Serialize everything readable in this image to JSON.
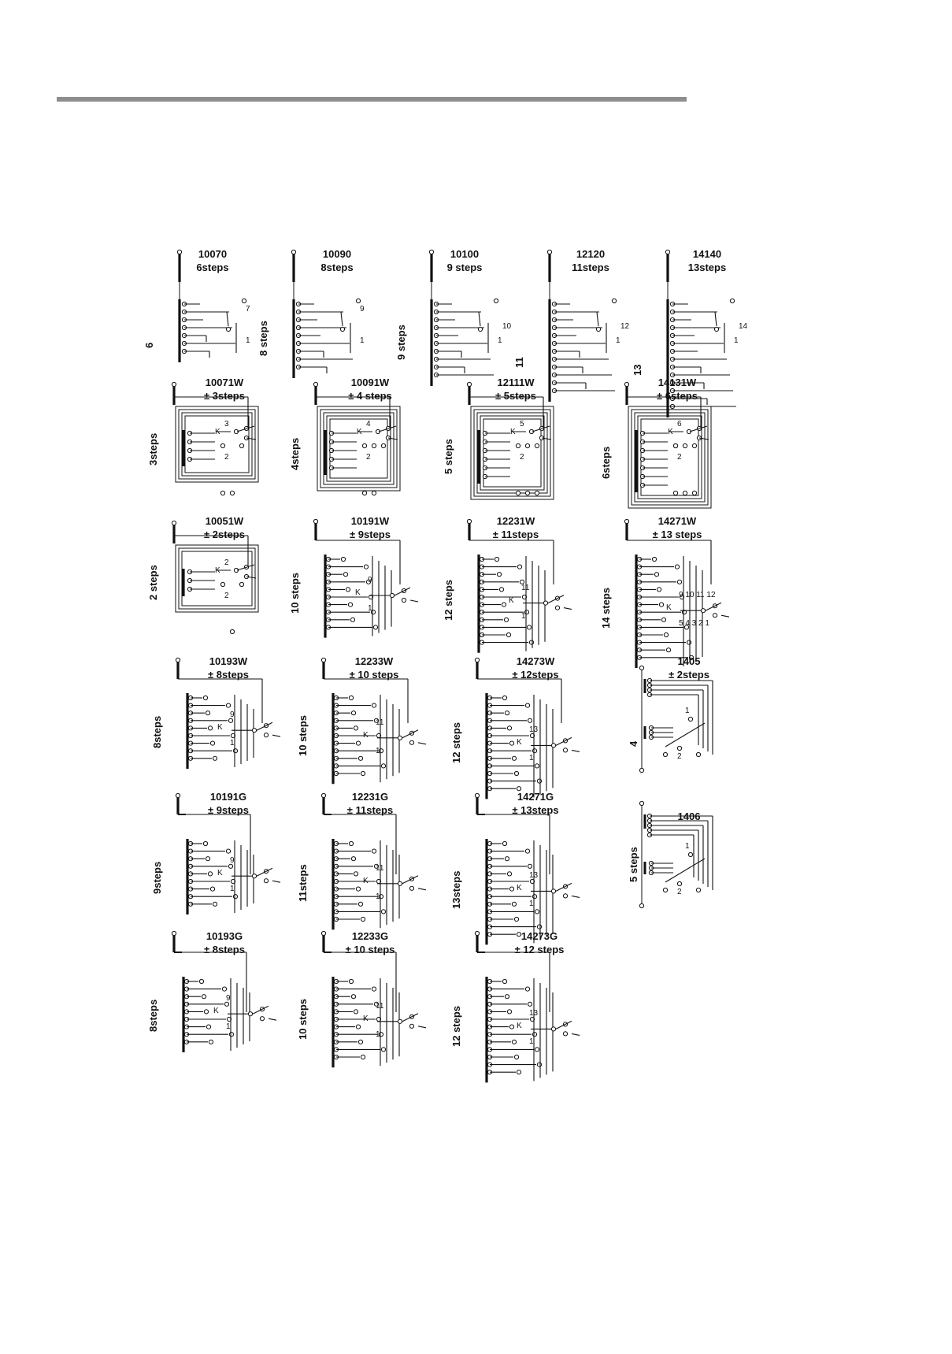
{
  "page": {
    "background": "#ffffff",
    "rule_color": "#8e8e8e",
    "ink": "#111111"
  },
  "diagrams": [
    {
      "id": "d1",
      "model": "10070",
      "sub": "6steps",
      "side": "6",
      "kind": "linear",
      "n": 7,
      "top_label": "7",
      "bot_label": "1",
      "mid_label": ""
    },
    {
      "id": "d2",
      "model": "10090",
      "sub": "8steps",
      "side": "8 steps",
      "kind": "linear",
      "n": 9,
      "top_label": "9",
      "bot_label": "1",
      "mid_label": ""
    },
    {
      "id": "d3",
      "model": "10100",
      "sub": "9 steps",
      "side": "9 steps",
      "kind": "linear",
      "n": 10,
      "top_label": "",
      "bot_label": "1",
      "mid_label": "10"
    },
    {
      "id": "d4",
      "model": "12120",
      "sub": "11steps",
      "side": "11",
      "kind": "linear",
      "n": 12,
      "top_label": "",
      "bot_label": "1",
      "mid_label": "12"
    },
    {
      "id": "d5",
      "model": "14140",
      "sub": "13steps",
      "side": "13",
      "kind": "linear",
      "n": 14,
      "top_label": "",
      "bot_label": "1",
      "mid_label": "14"
    },
    {
      "id": "d6",
      "model": "10071W",
      "sub": "± 3steps",
      "side": "3steps",
      "kind": "wbox",
      "n": 4,
      "top_label": "3",
      "bot_label": "2",
      "mid_label": "K"
    },
    {
      "id": "d7",
      "model": "10091W",
      "sub": "± 4 steps",
      "side": "4steps",
      "kind": "wbox",
      "n": 5,
      "top_label": "4",
      "bot_label": "2",
      "mid_label": "K"
    },
    {
      "id": "d8",
      "model": "12111W",
      "sub": "± 5steps",
      "side": "5 steps",
      "kind": "wbox",
      "n": 6,
      "top_label": "5",
      "bot_label": "2",
      "mid_label": "K"
    },
    {
      "id": "d9",
      "model": "14131W",
      "sub": "± 6steps",
      "side": "6steps",
      "kind": "wbox",
      "n": 7,
      "top_label": "6",
      "bot_label": "2",
      "mid_label": "K"
    },
    {
      "id": "d10",
      "model": "10051W",
      "sub": "± 2steps",
      "side": "2 steps",
      "kind": "wbox",
      "n": 3,
      "top_label": "2",
      "bot_label": "2",
      "mid_label": "K"
    },
    {
      "id": "d11",
      "model": "10191W",
      "sub": "± 9steps",
      "side": "10 steps",
      "kind": "wlinear",
      "n": 10,
      "top_label": "9",
      "bot_label": "1",
      "mid_label": "K"
    },
    {
      "id": "d12",
      "model": "12231W",
      "sub": "± 11steps",
      "side": "12 steps",
      "kind": "wlinear",
      "n": 12,
      "top_label": "11",
      "bot_label": "1",
      "mid_label": "K"
    },
    {
      "id": "d13",
      "model": "14271W",
      "sub": "± 13 steps",
      "side": "14 steps",
      "kind": "wlinear",
      "n": 14,
      "top_label": "9 10 11 12",
      "bot_label": "5 4 3 2 1",
      "mid_label": "K"
    },
    {
      "id": "d14",
      "model": "10193W",
      "sub": "± 8steps",
      "side": "8steps",
      "kind": "wlinear",
      "n": 9,
      "top_label": "9",
      "bot_label": "1",
      "mid_label": "K"
    },
    {
      "id": "d15",
      "model": "12233W",
      "sub": "± 10 steps",
      "side": "10 steps",
      "kind": "wlinear",
      "n": 11,
      "top_label": "11",
      "bot_label": "1",
      "mid_label": "K"
    },
    {
      "id": "d16",
      "model": "14273W",
      "sub": "± 12steps",
      "side": "12 steps",
      "kind": "wlinear",
      "n": 13,
      "top_label": "13",
      "bot_label": "1",
      "mid_label": "K"
    },
    {
      "id": "d17",
      "model": "1405",
      "sub": "± 2steps",
      "side": "4",
      "kind": "small",
      "n": 4,
      "top_label": "1",
      "bot_label": "2",
      "mid_label": ""
    },
    {
      "id": "d18",
      "model": "10191G",
      "sub": "± 9steps",
      "side": "9steps",
      "kind": "glinear",
      "n": 9,
      "top_label": "9",
      "bot_label": "1",
      "mid_label": "K"
    },
    {
      "id": "d19",
      "model": "12231G",
      "sub": "± 11steps",
      "side": "11steps",
      "kind": "glinear",
      "n": 11,
      "top_label": "11",
      "bot_label": "1",
      "mid_label": "K"
    },
    {
      "id": "d20",
      "model": "14271G",
      "sub": "± 13steps",
      "side": "13steps",
      "kind": "glinear",
      "n": 13,
      "top_label": "13",
      "bot_label": "1",
      "mid_label": "K"
    },
    {
      "id": "d21",
      "model": "1406",
      "sub": "",
      "side": "5 steps",
      "kind": "small",
      "n": 5,
      "top_label": "1",
      "bot_label": "2",
      "mid_label": ""
    },
    {
      "id": "d22",
      "model": "10193G",
      "sub": "± 8steps",
      "side": "8steps",
      "kind": "glinear",
      "n": 9,
      "top_label": "9",
      "bot_label": "1",
      "mid_label": "K"
    },
    {
      "id": "d23",
      "model": "12233G",
      "sub": "± 10 steps",
      "side": "10 steps",
      "kind": "glinear",
      "n": 11,
      "top_label": "11",
      "bot_label": "1",
      "mid_label": "K"
    },
    {
      "id": "d24",
      "model": "14273G",
      "sub": "± 12 steps",
      "side": "12 steps",
      "kind": "glinear",
      "n": 13,
      "top_label": "13",
      "bot_label": "1",
      "mid_label": "K"
    }
  ]
}
